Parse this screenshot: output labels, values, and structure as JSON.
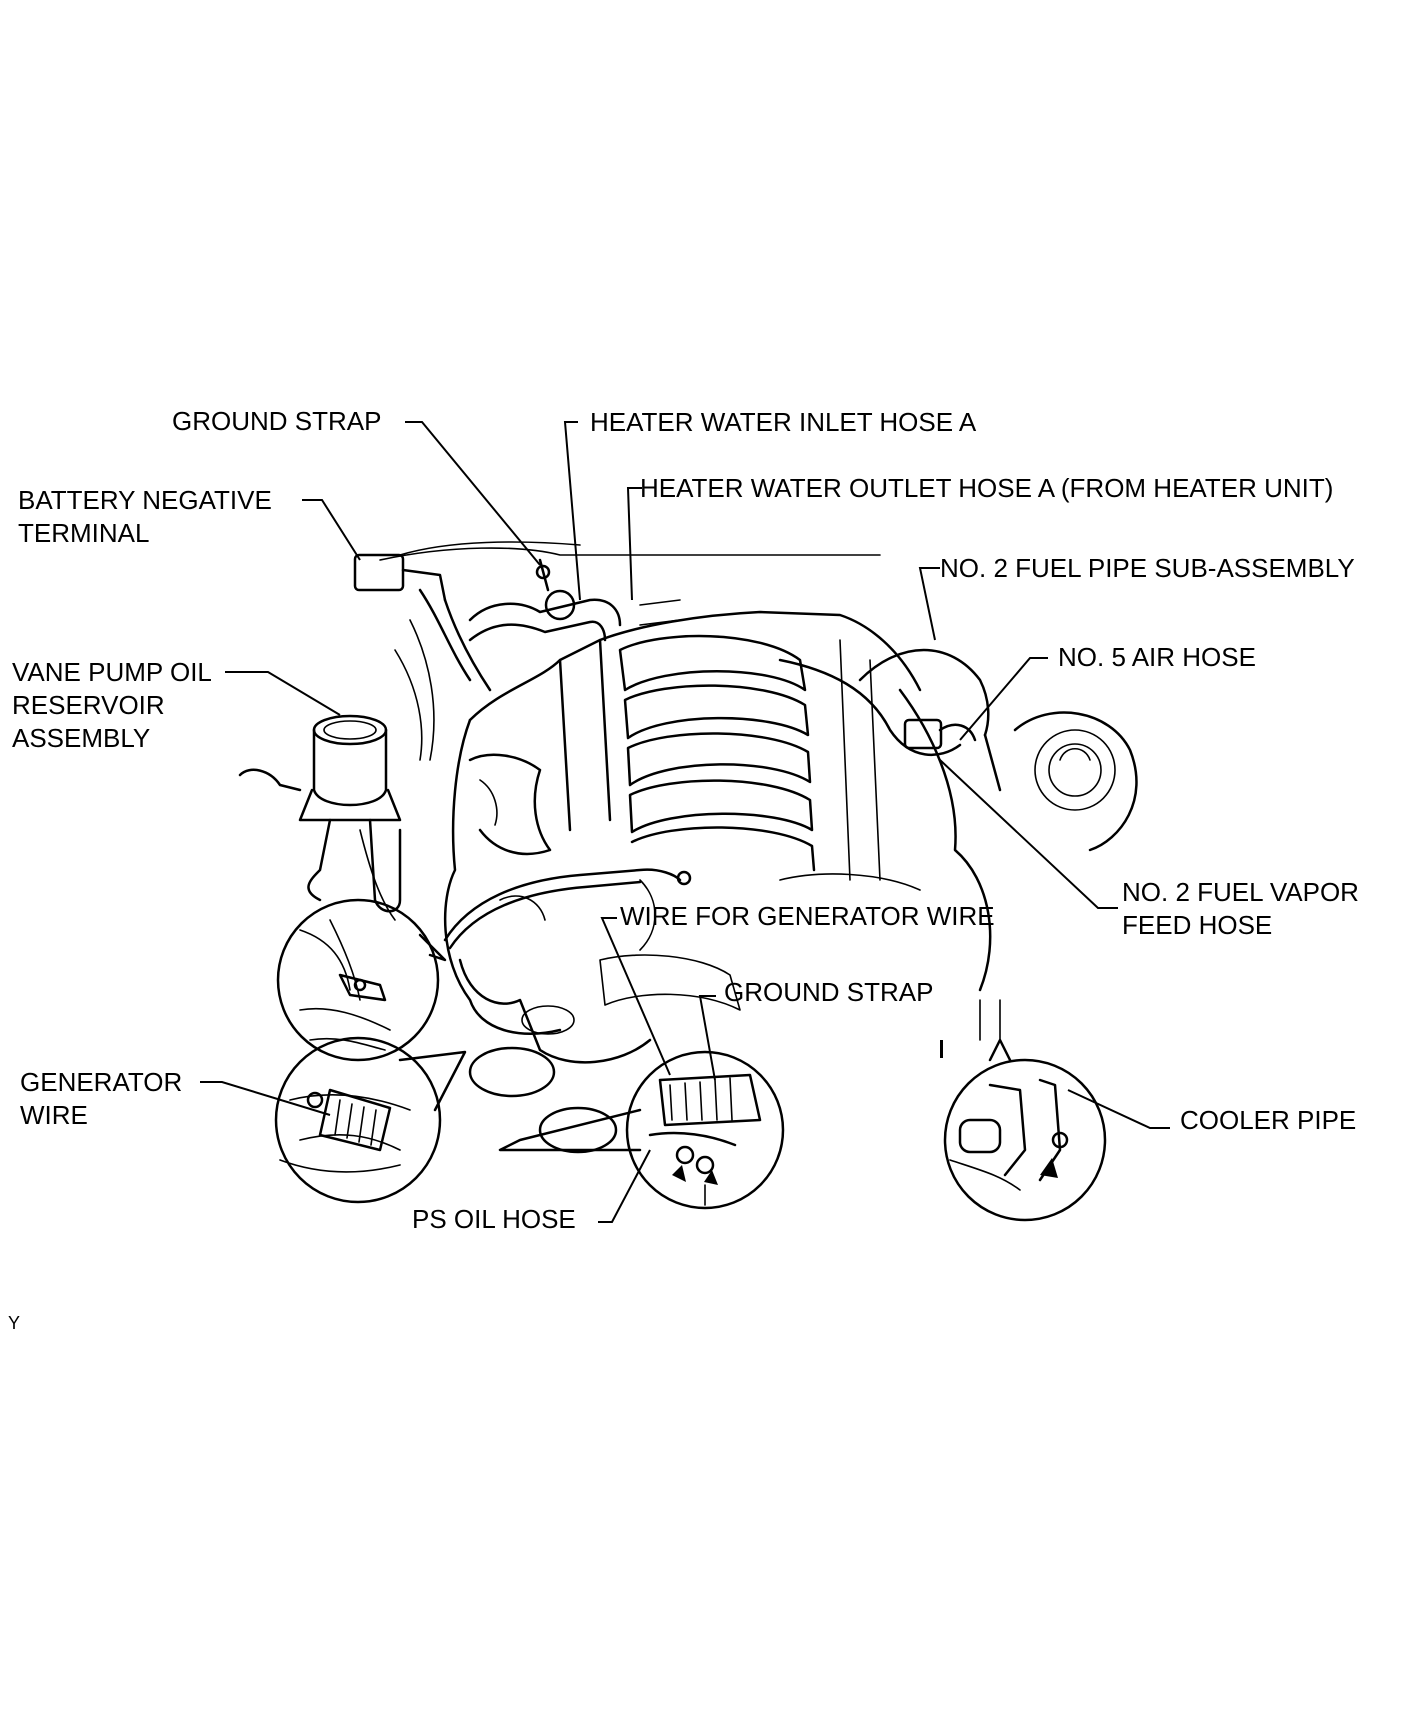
{
  "labels": {
    "ground_strap_top": "GROUND STRAP",
    "heater_inlet": "HEATER WATER INLET HOSE A",
    "heater_outlet": "HEATER WATER OUTLET HOSE A (FROM HEATER UNIT)",
    "battery_terminal": [
      "BATTERY NEGATIVE",
      "TERMINAL"
    ],
    "fuel_pipe": "NO. 2 FUEL PIPE SUB-ASSEMBLY",
    "air_hose": "NO. 5 AIR HOSE",
    "vane_pump": [
      "VANE PUMP OIL",
      "RESERVOIR",
      "ASSEMBLY"
    ],
    "fuel_vapor": [
      "NO. 2 FUEL VAPOR",
      "FEED HOSE"
    ],
    "wire_for_generator": "WIRE FOR GENERATOR WIRE",
    "ground_strap_bottom": "GROUND STRAP",
    "generator_wire": [
      "GENERATOR",
      "WIRE"
    ],
    "cooler_pipe": "COOLER PIPE",
    "ps_oil_hose": "PS OIL HOSE",
    "corner_mark": "Y"
  }
}
